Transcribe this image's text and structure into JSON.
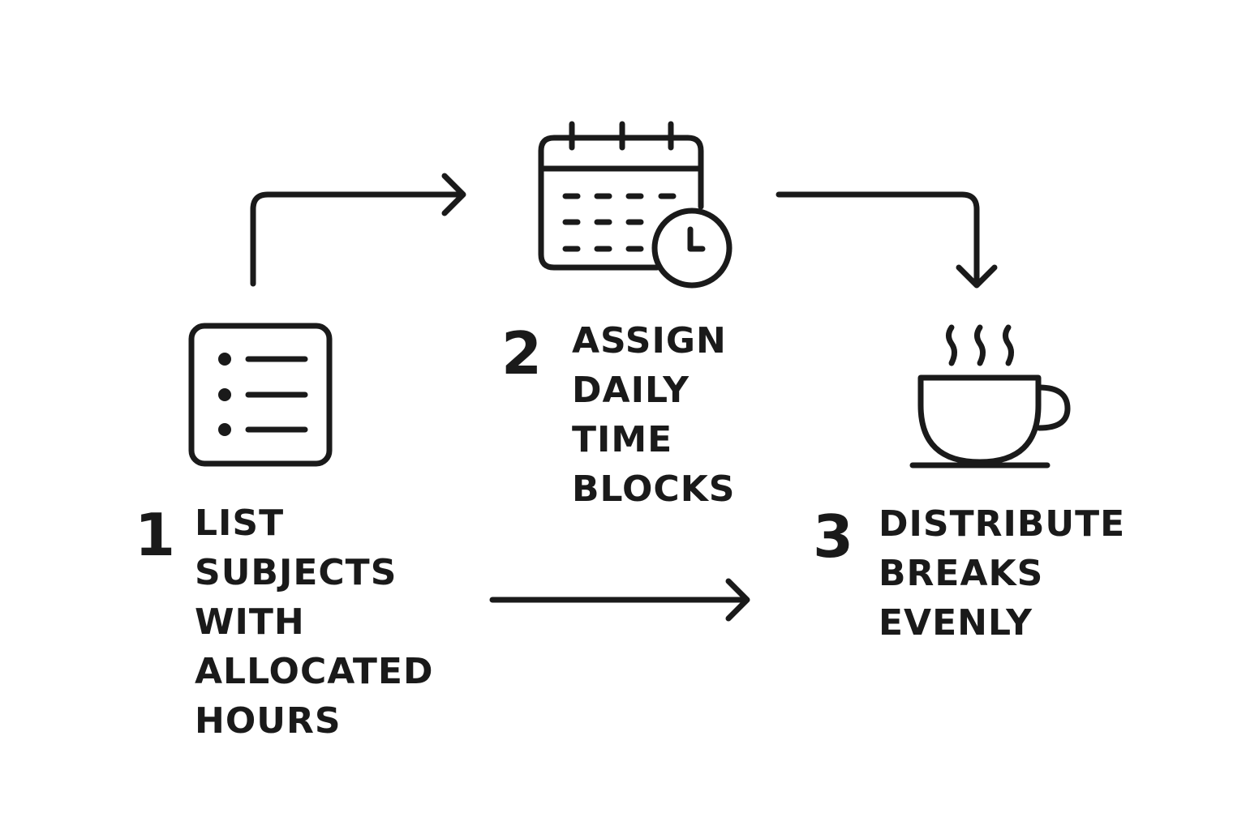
{
  "colors": {
    "ink": "#1a1a1a",
    "background": "#ffffff"
  },
  "steps": [
    {
      "number": "1",
      "icon": "checklist-icon",
      "lines": [
        "LIST",
        "SUBJECTS",
        "WITH",
        "ALLOCATED",
        "HOURS"
      ]
    },
    {
      "number": "2",
      "icon": "calendar-clock-icon",
      "lines": [
        "ASSIGN",
        "DAILY",
        "TIME",
        "BLOCKS"
      ]
    },
    {
      "number": "3",
      "icon": "coffee-cup-icon",
      "lines": [
        "DISTRIBUTE",
        "BREAKS",
        "EVENLY"
      ]
    }
  ],
  "connectors": [
    {
      "from": "1",
      "to": "2",
      "style": "elbow-arrow"
    },
    {
      "from": "2",
      "to": "3",
      "style": "elbow-arrow"
    },
    {
      "from": "1",
      "to": "3",
      "style": "straight-arrow"
    }
  ]
}
